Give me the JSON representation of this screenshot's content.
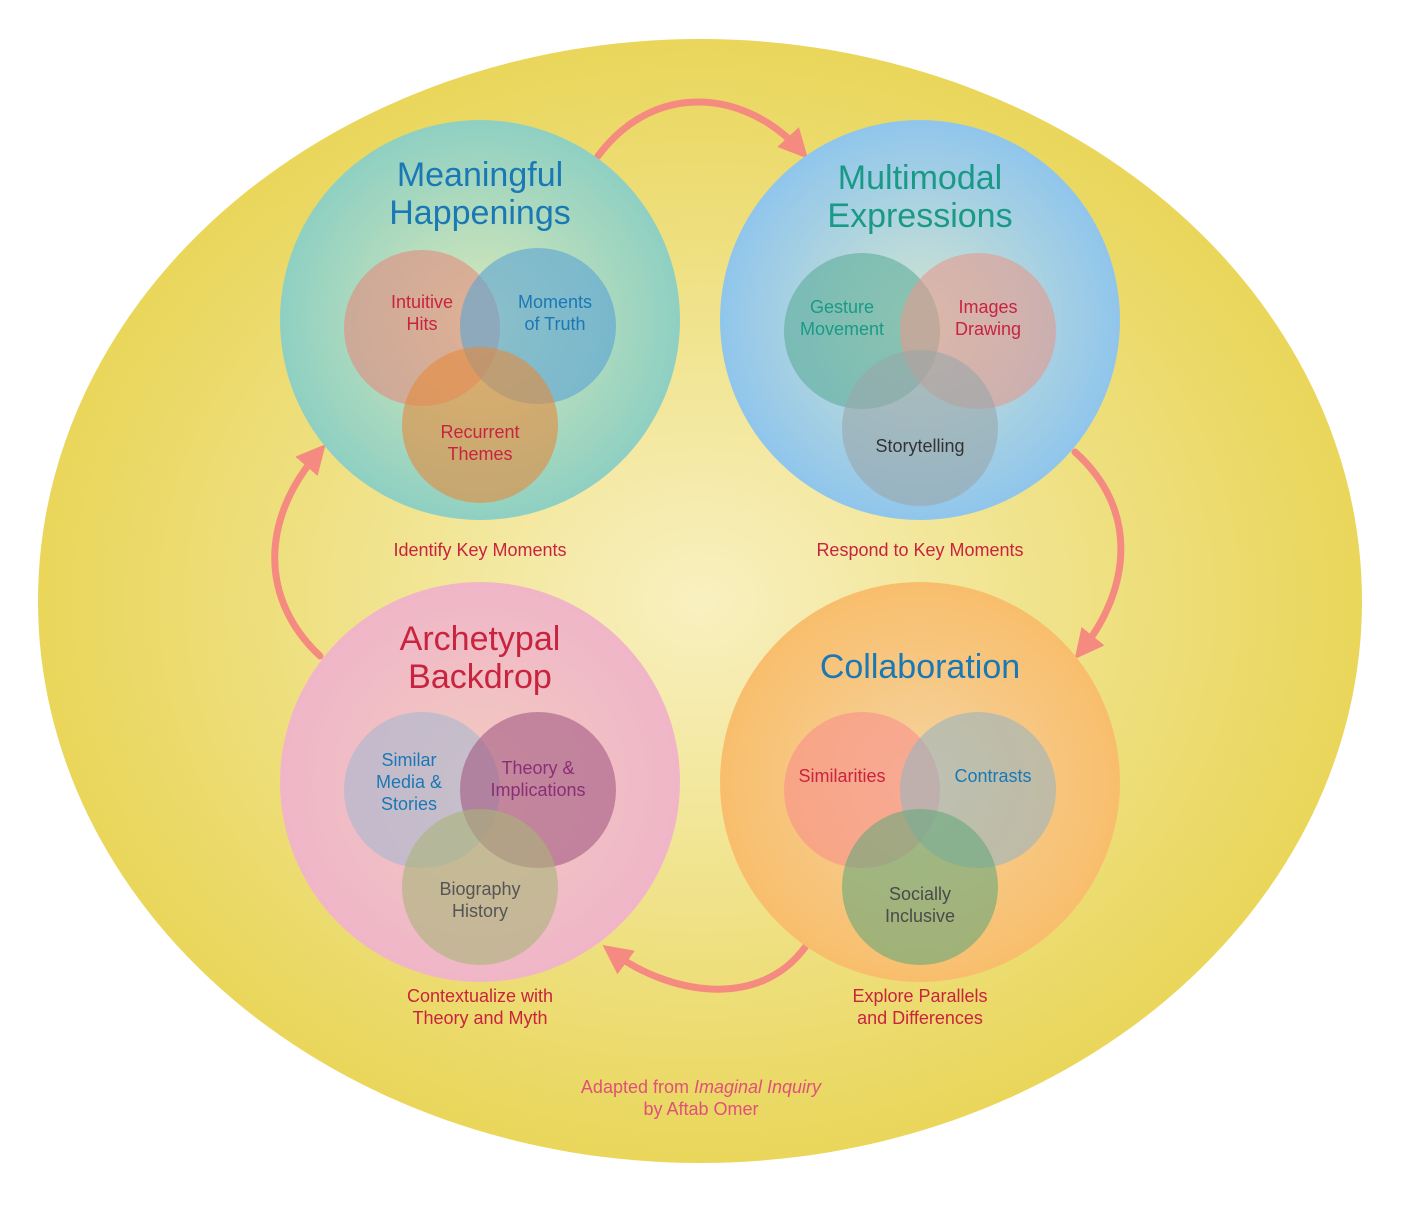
{
  "colors": {
    "outer_ellipse": "#e9d65a",
    "outer_center": "#f8f0c0",
    "arrow": "#f58a80",
    "red_text": "#c8233f",
    "blue_text": "#1a78b5",
    "teal_text": "#1a9a86",
    "credit_text": "#e0507a"
  },
  "clusters": [
    {
      "id": "meaningful",
      "title_line1": "Meaningful",
      "title_line2": "Happenings",
      "title_color": "#1a78b5",
      "circle_outer_color": "#8fd0c2",
      "circle_inner_color": "#d8e8b8",
      "circles": [
        {
          "label_line1": "Intuitive",
          "label_line2": "Hits",
          "fill": "#e58b7e",
          "text_color": "#c8233f"
        },
        {
          "label_line1": "Moments",
          "label_line2": "of Truth",
          "fill": "#5aa3d6",
          "text_color": "#1a78b5"
        },
        {
          "label_line1": "Recurrent",
          "label_line2": "Themes",
          "fill": "#e58b3c",
          "text_color": "#c8233f"
        }
      ],
      "caption_line1": "Identify Key Moments",
      "caption_line2": ""
    },
    {
      "id": "multimodal",
      "title_line1": "Multimodal",
      "title_line2": "Expressions",
      "title_color": "#1a9a86",
      "circle_outer_color": "#90c6ec",
      "circle_inner_color": "#d2e4d0",
      "circles": [
        {
          "label_line1": "Gesture",
          "label_line2": "Movement",
          "fill": "#5dae9a",
          "text_color": "#1a9a86"
        },
        {
          "label_line1": "Images",
          "label_line2": "Drawing",
          "fill": "#e59a8e",
          "text_color": "#c8233f"
        },
        {
          "label_line1": "Storytelling",
          "label_line2": "",
          "fill": "#9aa6aa",
          "text_color": "#333333"
        }
      ],
      "caption_line1": "Respond to Key Moments",
      "caption_line2": ""
    },
    {
      "id": "archetypal",
      "title_line1": "Archetypal",
      "title_line2": "Backdrop",
      "title_color": "#c8233f",
      "circle_outer_color": "#f0b6c8",
      "circle_inner_color": "#f2cabf",
      "circles": [
        {
          "label_line1": "Similar",
          "label_line2": "Media &",
          "label_line3": "Stories",
          "fill": "#a8b8d0",
          "text_color": "#1a78b5"
        },
        {
          "label_line1": "Theory &",
          "label_line2": "Implications",
          "fill": "#a45a84",
          "text_color": "#8a2e78"
        },
        {
          "label_line1": "Biography",
          "label_line2": "History",
          "fill": "#a8b478",
          "text_color": "#555555"
        }
      ],
      "caption_line1": "Contextualize with",
      "caption_line2": "Theory and Myth"
    },
    {
      "id": "collaboration",
      "title_line1": "Collaboration",
      "title_line2": "",
      "title_color": "#1a78b5",
      "circle_outer_color": "#f8be6c",
      "circle_inner_color": "#f5d3a0",
      "circles": [
        {
          "label_line1": "Similarities",
          "label_line2": "",
          "fill": "#f8908c",
          "text_color": "#c8233f"
        },
        {
          "label_line1": "Contrasts",
          "label_line2": "",
          "fill": "#9ab4c0",
          "text_color": "#1a78b5"
        },
        {
          "label_line1": "Socially",
          "label_line2": "Inclusive",
          "fill": "#68a87c",
          "text_color": "#4a4a4a"
        }
      ],
      "caption_line1": "Explore Parallels",
      "caption_line2": "and Differences"
    }
  ],
  "credit": {
    "prefix": "Adapted from ",
    "book": "Imaginal Inquiry",
    "line2": "by Aftab Omer"
  }
}
